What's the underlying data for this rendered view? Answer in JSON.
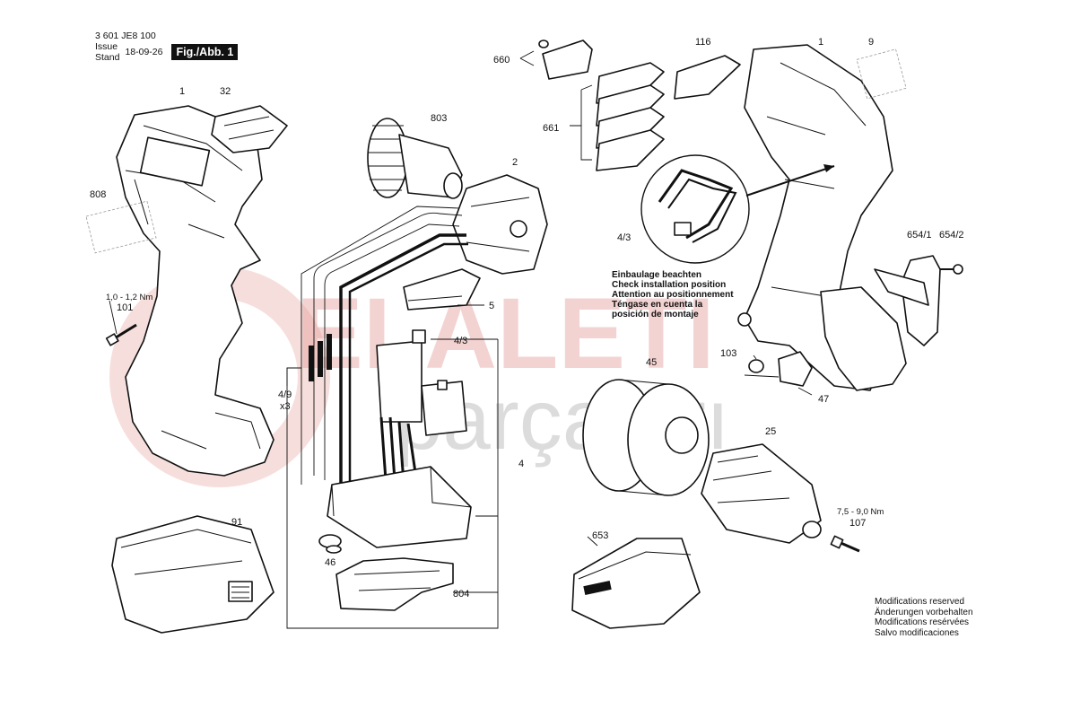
{
  "header": {
    "part_number": "3 601 JE8 100",
    "issue_label": "Issue",
    "stand_label": "Stand",
    "issue_date": "18-09-26",
    "figure_label": "Fig./Abb. 1"
  },
  "watermark": {
    "line1": "ELALETI",
    "line2": "parçaları"
  },
  "callouts": {
    "c1_left": "1",
    "c32": "32",
    "c803": "803",
    "c2": "2",
    "c808": "808",
    "c101": "101",
    "torque_101": "1,0 - 1,2 Nm",
    "c5": "5",
    "c4_3_mid": "4/3",
    "c4_9": "4/9",
    "c4_9_qty": "x3",
    "c4": "4",
    "c91": "91",
    "c46": "46",
    "c804": "804",
    "c660": "660",
    "c661": "661",
    "c116": "116",
    "c1_right": "1",
    "c9": "9",
    "c4_3_right": "4/3",
    "c654_1": "654/1",
    "c654_2": "654/2",
    "c103": "103",
    "c45": "45",
    "c47": "47",
    "c25": "25",
    "torque_107": "7,5 - 9,0 Nm",
    "c107": "107",
    "c653": "653"
  },
  "install_note": [
    "Einbaulage beachten",
    "Check installation position",
    "Attention au positionnement",
    "Téngase en cuenta la",
    "posición de montaje"
  ],
  "modifications": [
    "Modifications reserved",
    "Änderungen vorbehalten",
    "Modifications resérvées",
    "Salvo modificaciones"
  ]
}
